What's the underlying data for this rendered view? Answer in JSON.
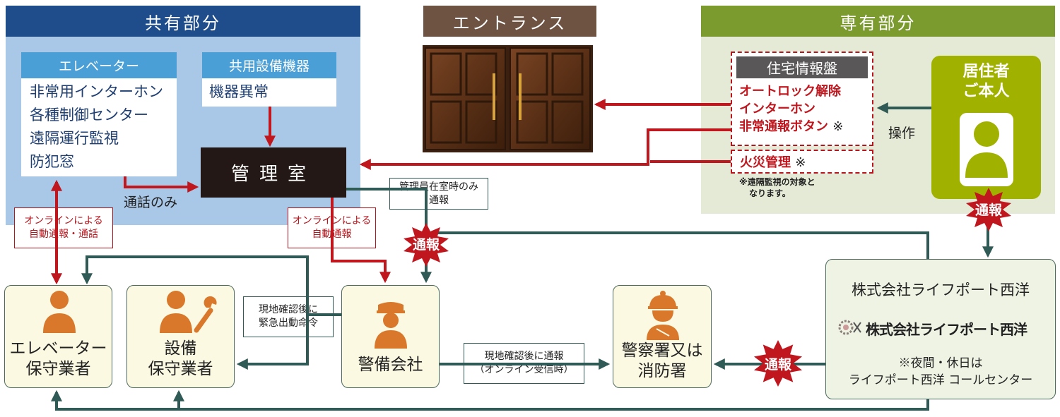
{
  "headers": {
    "common": "共有部分",
    "entrance": "エントランス",
    "private": "専有部分"
  },
  "elevator": {
    "label": "エレベーター",
    "items": [
      "非常用インターホン",
      "各種制御センター",
      "遠隔運行監視",
      "防犯窓"
    ]
  },
  "equipment": {
    "label": "共用設備機器",
    "items": [
      "機器異常"
    ]
  },
  "kanri": "管理室",
  "call_only": "通話のみ",
  "notes": {
    "online_auto_call": [
      "オンラインによる",
      "自動通報・通話"
    ],
    "online_auto": [
      "オンラインによる",
      "自動通報"
    ],
    "manager_present": [
      "管理員在室時のみ",
      "通報"
    ],
    "onsite_dispatch": [
      "現地確認後に",
      "緊急出動命令"
    ],
    "onsite_report": [
      "現地確認後に通報",
      "（オンライン受信時）"
    ]
  },
  "panel": {
    "title": "住宅情報盤",
    "items": [
      "オートロック解除",
      "インターホン",
      "非常通報ボタン"
    ],
    "ast": "※",
    "fire": "火災管理",
    "footnote": [
      "※遠隔監視の対象と",
      "なります。"
    ]
  },
  "operation": "操作",
  "resident": [
    "居住者",
    "ご本人"
  ],
  "tsuho": "通報",
  "actors": {
    "elevator_maint": [
      "エレベーター",
      "保守業者"
    ],
    "equip_maint": [
      "設備",
      "保守業者"
    ],
    "security": "警備会社",
    "police": [
      "警察署又は",
      "消防署"
    ]
  },
  "company": {
    "name": "株式会社ライフポート西洋",
    "logo": "株式会社ライフポート西洋",
    "note": [
      "※夜間・休日は",
      "ライフポート西洋 コールセンター"
    ]
  },
  "colors": {
    "blue_header": "#1f4c8b",
    "blue_panel": "#a9c7e6",
    "label_blue": "#4a9fd6",
    "brown": "#6e5242",
    "green_header": "#7c9b2f",
    "green_panel": "#e4ead5",
    "olive": "#a0b100",
    "red": "#c0171f",
    "teal": "#2f5a55",
    "actor_fill": "#fcf9e2",
    "orange": "#d9782a"
  }
}
